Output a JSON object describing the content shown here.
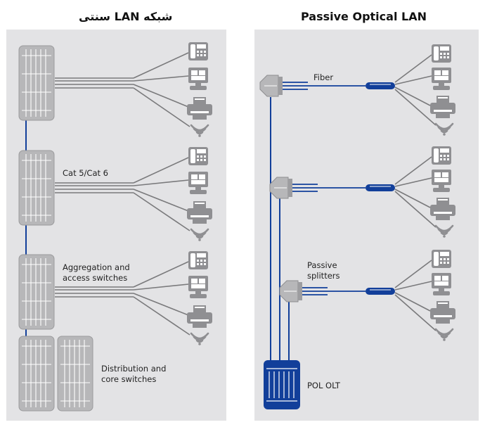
{
  "titles": {
    "left": "شبکه LAN سنتی",
    "right": "Passive Optical LAN"
  },
  "left_labels": {
    "cabling": "Cat 5/Cat 6",
    "aggregation_line1": "Aggregation and",
    "aggregation_line2": "access switches",
    "distribution_line1": "Distribution and",
    "distribution_line2": "core switches"
  },
  "right_labels": {
    "fiber": "Fiber",
    "splitters_line1": "Passive",
    "splitters_line2": "splitters",
    "olt": "POL OLT"
  },
  "colors": {
    "panel": "#e3e3e5",
    "switch_fill": "#b7b7b9",
    "device_fill": "#8f8f92",
    "copper_line": "#7a7a7c",
    "fiber_blue": "#123f9a"
  },
  "icons": [
    "switch-rack-icon",
    "ip-phone-icon",
    "computer-icon",
    "printer-icon",
    "wifi-access-point-icon",
    "splitter-icon",
    "ont-icon",
    "olt-icon"
  ]
}
